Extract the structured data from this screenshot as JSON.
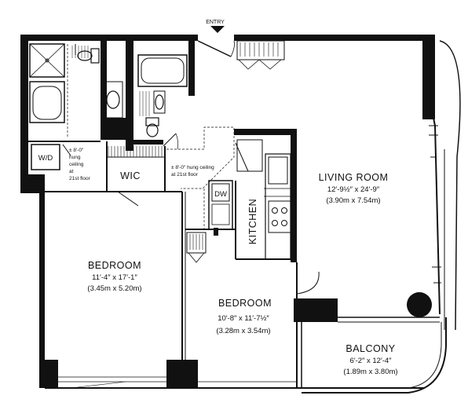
{
  "entry": {
    "label": "ENTRY"
  },
  "rooms": {
    "living": {
      "name": "LIVING ROOM",
      "imperial": "12′-9½″ x 24′-9″",
      "metric": "(3.90m x 7.54m)"
    },
    "bedroom1": {
      "name": "BEDROOM",
      "imperial": "11′-4″ x 17′-1″",
      "metric": "(3.45m x 5.20m)"
    },
    "bedroom2": {
      "name": "BEDROOM",
      "imperial": "10′-8″ x 11′-7½″",
      "metric": "(3.28m x 3.54m)"
    },
    "balcony": {
      "name": "BALCONY",
      "imperial": "6′-2″ x 12′-4″",
      "metric": "(1.89m x 3.80m)"
    },
    "kitchen": {
      "name": "KITCHEN"
    },
    "wic": {
      "name": "WIC"
    },
    "wd": {
      "name": "W/D"
    },
    "dw": {
      "name": "DW"
    }
  },
  "notes": {
    "note1": [
      "± 8′-0″",
      "hung",
      "ceiling",
      "at",
      "21st floor"
    ],
    "note2": [
      "± 8′-0″ hung ceiling",
      "at 21st floor"
    ]
  }
}
